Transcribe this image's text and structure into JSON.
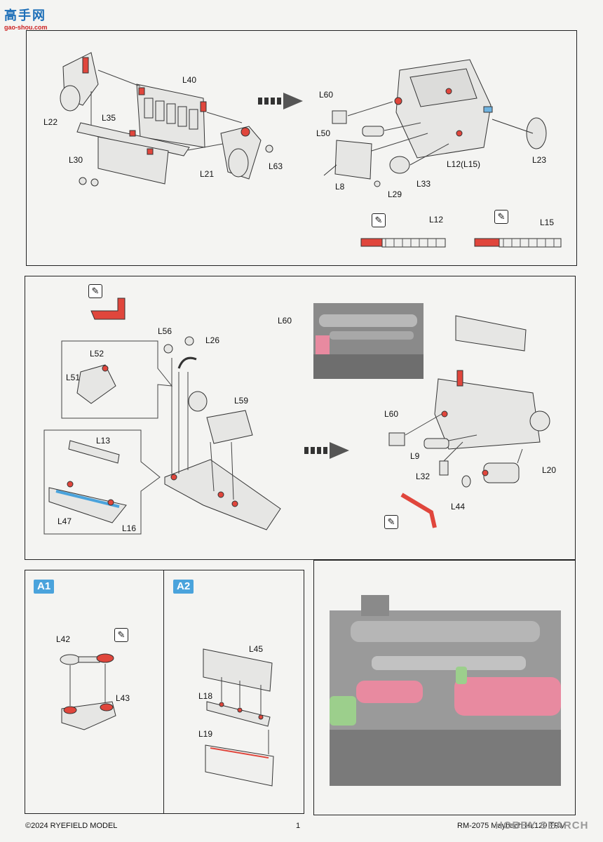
{
  "logo": {
    "chars": "高手网",
    "url": "gao-shou.com"
  },
  "labels": {
    "L40": "L40",
    "L22": "L22",
    "L35": "L35",
    "L30": "L30",
    "L21": "L21",
    "L63": "L63",
    "L60a": "L60",
    "L50": "L50",
    "L8": "L8",
    "L29": "L29",
    "L33": "L33",
    "L12L15": "L12(L15)",
    "L23": "L23",
    "L12": "L12",
    "L15": "L15",
    "L56": "L56",
    "L26": "L26",
    "L52": "L52",
    "L51": "L51",
    "L59": "L59",
    "L13": "L13",
    "L47": "L47",
    "L16": "L16",
    "L60b": "L60",
    "L60c": "L60",
    "L9": "L9",
    "L32": "L32",
    "L20": "L20",
    "L44": "L44",
    "L42": "L42",
    "L43": "L43",
    "L45": "L45",
    "L18": "L18",
    "L19": "L19"
  },
  "badges": {
    "a1": "A1",
    "a2": "A2"
  },
  "pencil_glyph": "✎",
  "footer": {
    "copyright": "©2024 RYEFIELD MODEL",
    "page": "1",
    "model": "RM-2075 Maybach HL120 TRM"
  },
  "watermark": "HOBBY SEARCH",
  "colors": {
    "accent_red": "#e0463c",
    "pink": "#e88aa0",
    "green": "#9ccf8c",
    "blue": "#6fb3e0",
    "render_gray": "#9a9a9a"
  }
}
